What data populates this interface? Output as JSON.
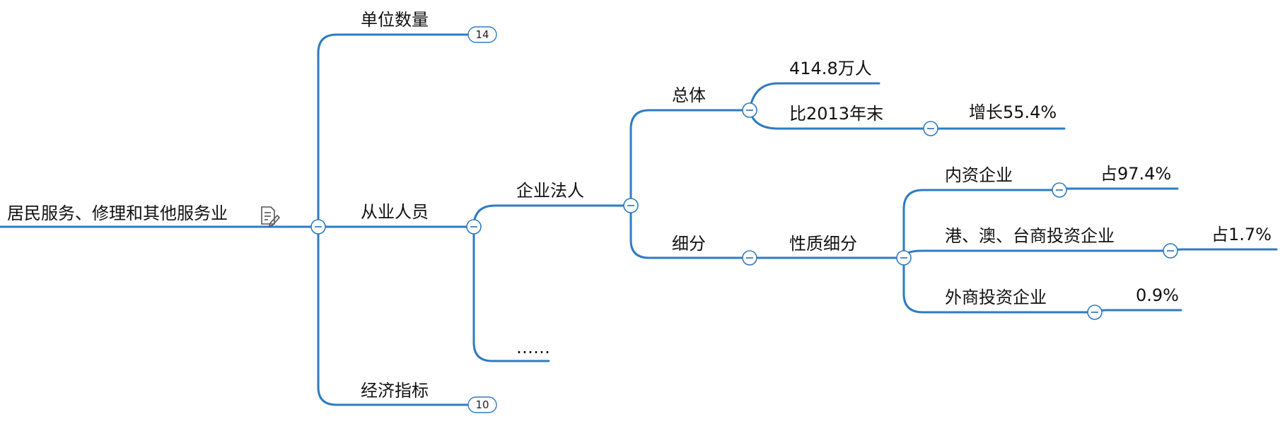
{
  "root": {
    "label": "居民服务、修理和其他服务业",
    "note_icon": "note-icon"
  },
  "units_count": {
    "label": "单位数量",
    "hidden_children": "14"
  },
  "employees": {
    "label": "从业人员",
    "enterprise": {
      "label": "企业法人",
      "overall": {
        "label": "总体",
        "total": "414.8万人",
        "compare": {
          "label": "比2013年末",
          "growth": "增长55.4%"
        }
      },
      "breakdown": {
        "label": "细分",
        "by_nature": {
          "label": "性质细分",
          "domestic": {
            "label": "内资企业",
            "share": "占97.4%"
          },
          "hk_macao_taiwan": {
            "label": "港、澳、台商投资企业",
            "share": "占1.7%"
          },
          "foreign": {
            "label": "外商投资企业",
            "share": "0.9%"
          }
        }
      }
    },
    "more": "……"
  },
  "economic_indicators": {
    "label": "经济指标",
    "hidden_children": "10"
  },
  "colors": {
    "edge": "#2f7bc2",
    "text": "#111111",
    "background": "#ffffff"
  }
}
